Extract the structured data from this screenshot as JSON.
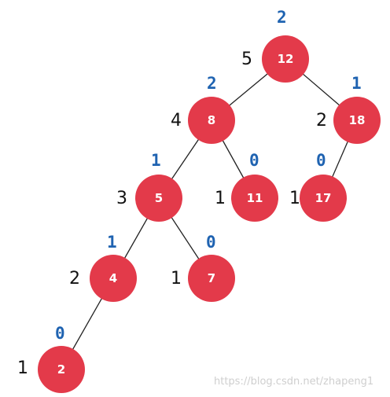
{
  "colors": {
    "node_fill": "#e33a4a",
    "node_text": "#ffffff",
    "edge": "#222222",
    "height_text": "#111111",
    "balance_text": "#1f63b1",
    "watermark": "#cfcfcf"
  },
  "nodes": [
    {
      "id": "n12",
      "key": "12",
      "height": "5",
      "balance": "2"
    },
    {
      "id": "n8",
      "key": "8",
      "height": "4",
      "balance": "2"
    },
    {
      "id": "n18",
      "key": "18",
      "height": "2",
      "balance": "1"
    },
    {
      "id": "n5",
      "key": "5",
      "height": "3",
      "balance": "1"
    },
    {
      "id": "n11",
      "key": "11",
      "height": "1",
      "balance": "0"
    },
    {
      "id": "n17",
      "key": "17",
      "height": "1",
      "balance": "0"
    },
    {
      "id": "n4",
      "key": "4",
      "height": "2",
      "balance": "1"
    },
    {
      "id": "n7",
      "key": "7",
      "height": "1",
      "balance": "0"
    },
    {
      "id": "n2",
      "key": "2",
      "height": "1",
      "balance": "0"
    }
  ],
  "edges": [
    [
      "n12",
      "n8"
    ],
    [
      "n12",
      "n18"
    ],
    [
      "n8",
      "n5"
    ],
    [
      "n8",
      "n11"
    ],
    [
      "n18",
      "n17"
    ],
    [
      "n5",
      "n4"
    ],
    [
      "n5",
      "n7"
    ],
    [
      "n4",
      "n2"
    ]
  ],
  "watermark": "https://blog.csdn.net/zhapeng1"
}
